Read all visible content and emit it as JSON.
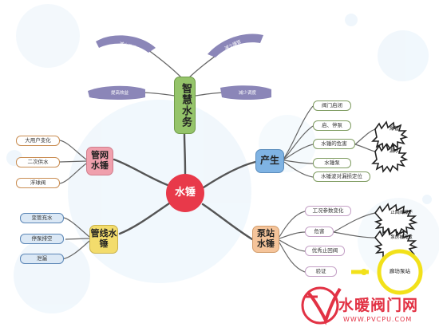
{
  "center": "水锤",
  "top": {
    "title": "智慧水务",
    "items": [
      "减少漏损",
      "减少爆管",
      "提高效益",
      "减少调度"
    ]
  },
  "left_top": {
    "title": "管网水锤",
    "items": [
      "大用户变化",
      "二次供水",
      "浮球阀"
    ]
  },
  "left_bottom": {
    "title": "管线水锤",
    "items": [
      "变管充水",
      "停泵排空",
      "泄漏"
    ]
  },
  "right_top": {
    "title": "产生",
    "items": [
      "阀门启闭",
      "启、停泵",
      "水锤的危害",
      "水锤泵",
      "水锤波对漏损定位"
    ],
    "bursts": [
      "爆管",
      "漏水"
    ]
  },
  "right_bottom": {
    "title": "泵站水锤",
    "items": [
      "工况参数变化",
      "危害",
      "优秀止回阀",
      "验证"
    ],
    "bursts": [
      "止回阀爆坏",
      "泵房被淹没"
    ],
    "highlight": "廊坊泵站"
  },
  "watermark": {
    "logo_letter": "V",
    "title": "水暖阀门网",
    "url": "WWW.PVCPU.COM"
  },
  "colors": {
    "top": "#95c46a",
    "left_top": "#f0a0ad",
    "left_bottom": "#f3dc6c",
    "right_top": "#7fb3e3",
    "right_bottom": "#f5c49a",
    "center": "#e8394a"
  }
}
